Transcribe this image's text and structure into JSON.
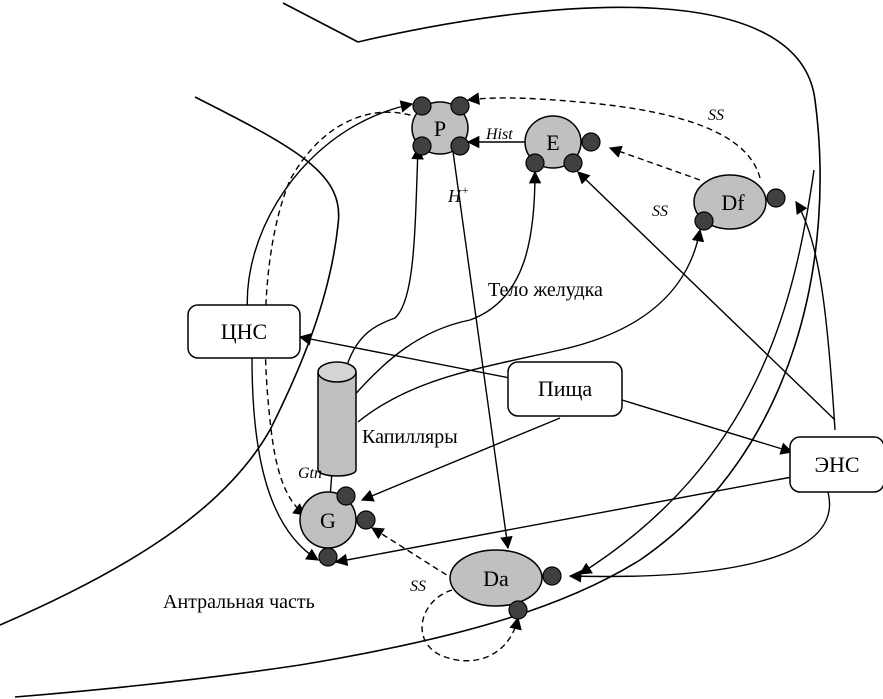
{
  "labels": {
    "body_region": "Тело желудка",
    "antrum_region": "Антральная часть",
    "capillaries": "Капилляры",
    "cns": "ЦНС",
    "food": "Пища",
    "ens": "ЭНС",
    "cell_p": "P",
    "cell_e": "E",
    "cell_df": "Df",
    "cell_g": "G",
    "cell_da": "Da",
    "hist": "Hist",
    "ss_top": "SS",
    "ss_df": "SS",
    "ss_da": "SS",
    "gtn": "Gtn",
    "h_plus": "H",
    "h_plus_sup": "+"
  },
  "colors": {
    "cell_fill": "#c0c0c0",
    "receptor_fill": "#404040",
    "line": "#000000"
  }
}
